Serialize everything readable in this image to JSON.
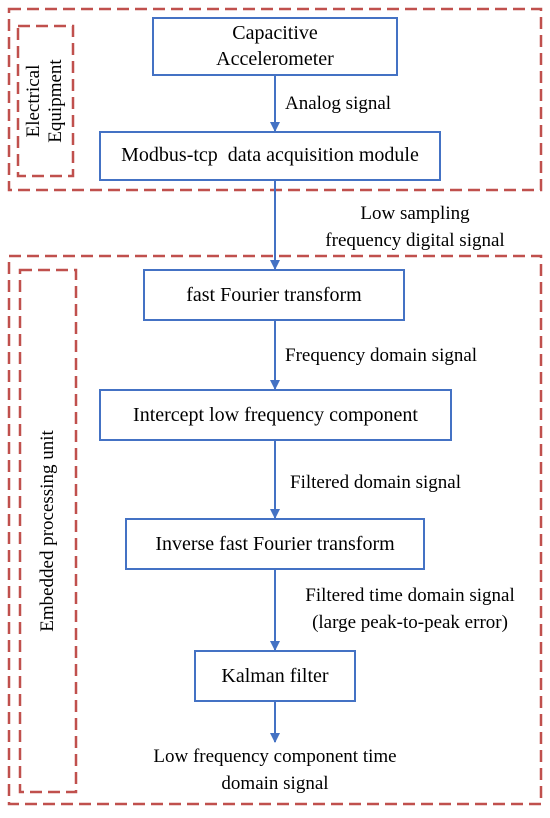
{
  "colors": {
    "box_border": "#4472C4",
    "arrow": "#4472C4",
    "dashed_border": "#C0504D"
  },
  "groups": {
    "electrical": "Electrical\nEquipment",
    "embedded": "Embedded processing unit"
  },
  "nodes": {
    "accelerometer": "Capacitive\nAccelerometer",
    "modbus": "Modbus-tcp  data acquisition module",
    "fft": "fast Fourier transform",
    "intercept": "Intercept low frequency component",
    "ifft": "Inverse fast Fourier transform",
    "kalman": "Kalman filter"
  },
  "edges": {
    "analog": "Analog signal",
    "low_sampling": "Low sampling\nfrequency digital signal",
    "frequency_domain": "Frequency domain signal",
    "filtered_domain": "Filtered domain signal",
    "filtered_time": "Filtered time domain signal\n(large peak-to-peak error)",
    "output": "Low frequency component time\ndomain signal"
  }
}
